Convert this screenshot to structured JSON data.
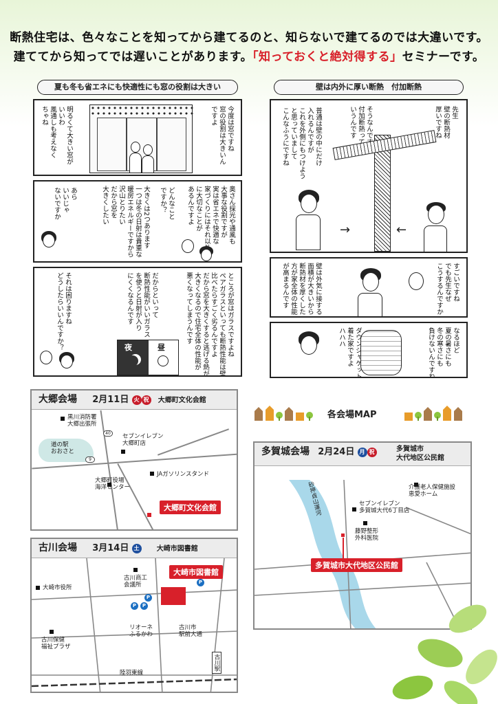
{
  "header": {
    "line1": "断熱住宅は、色々なことを知ってから建てるのと、知らないで建てるのでは大違いです。",
    "line2_pre": "建ててから知ってでは遅いことがあります。",
    "line2_highlight": "「知っておくと絶対得する」",
    "line2_post": "セミナーです。"
  },
  "comic": {
    "left_title": "夏も冬も省エネにも快適性にも窓の役割は大きい",
    "right_title": "壁は内外に厚い断熱　付加断熱",
    "l1_b1": "今度は窓ですね\n窓の役割は大きいん\nですよ",
    "l1_b2": "明るくて大きい窓が\nいいわ\n風通しも考えなく\nちゃね",
    "l2_b1": "奥さん採光や通風も\n大事な役割ですが\n実は省エネで快適な\n家づくりにはそれ以外\nに大切なことが\nあるんですよ",
    "l2_b2": "どんなこと\nですか？",
    "l2_b3": "大きくは2つあります\n一つは冬の日射は貴重な\n暖房エネルギーですから\n沢山とりたい\nだから窓を\n大きくしたい",
    "l2_b4": "あら\nいいじゃ\nないですか",
    "l3_b1": "ところが窓はガラスですよね\nペアガラスといっても断熱性能は壁に\n比べたらすごく劣るんですよ\nだから窓を大きくすると逃げる熱が\n大きくなるので住宅全体の性能が\n悪くなってしまうんです",
    "l3_b2": "だからといって\n断熱性能がいいガラス\nを使うと日射が入り\nにくくなるんです",
    "l3_b3": "それは困りますね\nどうしたらいいんですか？",
    "l3_night": "夜",
    "l3_day": "昼",
    "r1_b1": "先生\n壁の断熱材\n厚いですね",
    "r1_b2": "そうなんです\n付加断熱って\nいうんです",
    "r1_b3": "普通は壁の中にだけ\n入れるんですが\nこれを外側にもつけよう\nと思っていまして\nこんなふうにですね",
    "r2_b1": "すごいですね\nでも先生なぜ\nこうするんですか",
    "r2_b2": "壁は外気に接する\n面積が大きいから\n断熱材を厚くした\n方が家全体の性能\nが高まるんです",
    "r3_b1": "なるほど\n夏の暑さにも\n冬の寒さにも\n負けないんですね",
    "r3_b2": "ダウンジャケットを\n着た家ですよ\nハハハ"
  },
  "maps": {
    "section_title": "各会場MAP",
    "ohsato": {
      "venue": "大郷会場",
      "date": "2月11日",
      "badge1": "火",
      "badge2": "祝",
      "hall": "大郷町文化会館",
      "tag": "大郷町文化会館",
      "labels": {
        "fire": "黒川消防署\n大郷出張所",
        "seven": "セブンイレブン\n大郷町店",
        "michi": "道の駅\nおおさと",
        "ja": "JAガソリンスタンド",
        "office": "大郷町役場\n海洋センター"
      },
      "routes": [
        "40",
        "9"
      ]
    },
    "tagajo": {
      "venue": "多賀城会場",
      "date": "2月24日",
      "badge1": "月",
      "badge2": "祝",
      "hall": "多賀城市\n大代地区公民館",
      "tag": "多賀城市大代地区公民館",
      "labels": {
        "canal": "砂押貞山運河",
        "care": "介護老人保健施設\n恵愛ホーム",
        "seven": "セブンイレブン\n多賀城大代6丁目店",
        "clinic": "藤野整形\n外科医院"
      }
    },
    "furukawa": {
      "venue": "古川会場",
      "date": "3月14日",
      "badge1": "土",
      "hall": "大崎市図書館",
      "tag": "大崎市図書館",
      "labels": {
        "cityhall": "大崎市役所",
        "chamber": "古川商工\n会議所",
        "hoken": "古川保健\n福祉プラザ",
        "rione": "リオーネ\nふるかわ",
        "ekimae": "古川市\n駅前大通",
        "rikuu": "陸羽東線",
        "station": "古川駅"
      },
      "parking": "P"
    }
  },
  "colors": {
    "accent_red": "#d8202a",
    "badge_red": "#c71d2a",
    "badge_blue": "#1e4f9e",
    "leaf_green": "#8cc63f",
    "house_brown": "#a97b4b"
  }
}
